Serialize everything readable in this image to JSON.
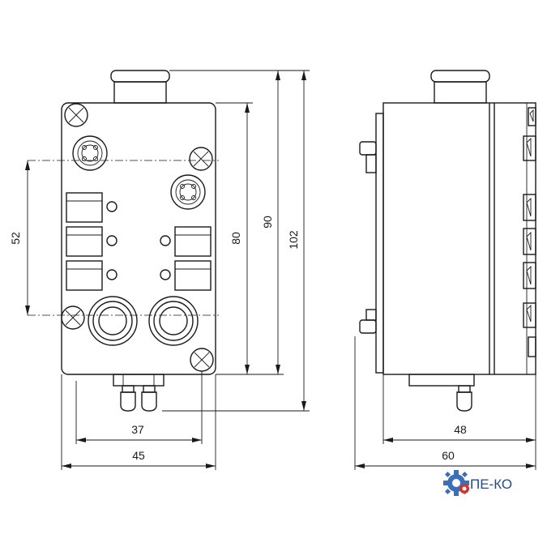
{
  "dimensions": {
    "height_52": "52",
    "height_80": "80",
    "height_90": "90",
    "height_102": "102",
    "width_37": "37",
    "width_45": "45",
    "width_48": "48",
    "width_60": "60"
  },
  "logo": {
    "text": "ПЕ-КО",
    "icon": "gear-icon",
    "colors": {
      "gear_blue": "#3b6fb6",
      "gear_red": "#d2342b",
      "text": "#2a4a8c"
    }
  }
}
